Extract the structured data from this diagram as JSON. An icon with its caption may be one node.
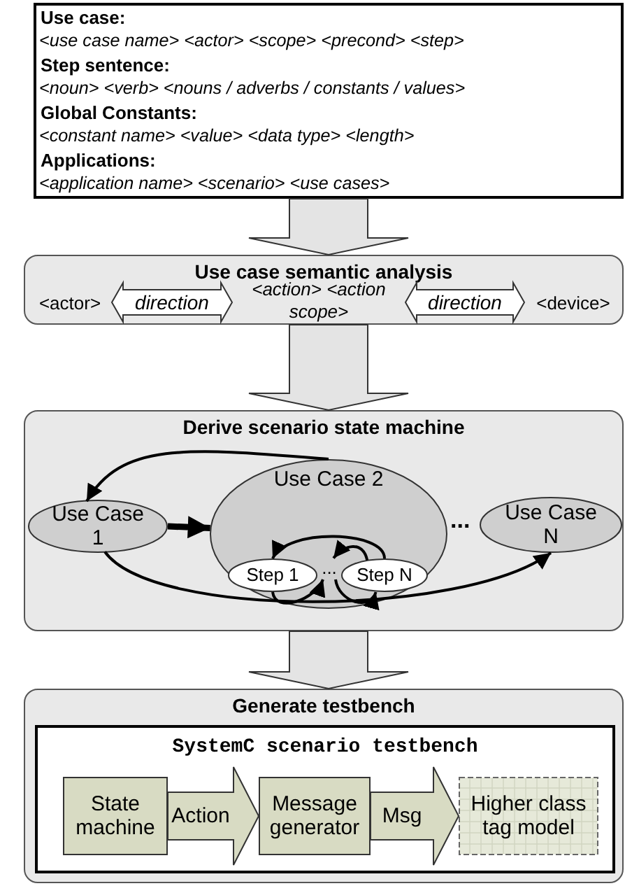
{
  "diagram": {
    "nodes": [
      {
        "text": [
          "Use case:",
          "<use case name> <actor> <scope> <precond> <step>",
          "Step sentence:",
          "<noun> <verb> <nouns / adverbs / constants / values>",
          "Global Constants:",
          "<constant name> <value> <data type> <length>",
          "Applications:",
          "<application name> <scenario> <use cases>"
        ]
      },
      {
        "text": [
          "Use case semantic analysis"
        ]
      },
      {
        "text": [
          "<actor>"
        ],
        "in": 1
      },
      {
        "text": [
          "<action> <action scope>"
        ],
        "in": 1
      },
      {
        "text": [
          "<device>"
        ],
        "in": 1
      },
      {
        "text": [
          "Derive scenario state machine"
        ]
      },
      {
        "text": [
          "Use Case 1"
        ],
        "in": 5
      },
      {
        "text": [
          "Use Case 2"
        ],
        "in": 5
      },
      {
        "text": [
          "Step 1"
        ],
        "in": 7
      },
      {
        "text": [
          "..."
        ],
        "in": 7
      },
      {
        "text": [
          "Step N"
        ],
        "in": 7
      },
      {
        "text": [
          "Use Case N"
        ],
        "in": 5
      },
      {
        "text": [
          "Generate testbench"
        ]
      },
      {
        "text": [
          "SystemC scenario testbench"
        ],
        "in": 12
      },
      {
        "text": [
          "State machine"
        ],
        "in": 13
      },
      {
        "text": [
          "Message generator"
        ],
        "in": 13
      },
      {
        "text": [
          "Higher class tag model"
        ],
        "in": 13
      }
    ],
    "edges": [
      {
        "from": 0,
        "to": 1,
        "arrow": "to"
      },
      {
        "from": 2,
        "to": 3,
        "arrow": "both",
        "label": "direction"
      },
      {
        "from": 3,
        "to": 4,
        "arrow": "both",
        "label": "direction"
      },
      {
        "from": 1,
        "to": 5,
        "arrow": "to"
      },
      {
        "from": 7,
        "to": 6,
        "arrow": "to"
      },
      {
        "from": 6,
        "to": 7,
        "arrow": "to",
        "style": "thick"
      },
      {
        "from": 6,
        "to": 11,
        "arrow": "to"
      },
      {
        "from": 10,
        "to": 8,
        "arrow": "to"
      },
      {
        "from": 10,
        "to": 9,
        "arrow": "to"
      },
      {
        "from": 8,
        "to": 9,
        "arrow": "to"
      },
      {
        "from": 9,
        "to": 10,
        "arrow": "to"
      },
      {
        "from": 5,
        "to": 12,
        "arrow": "to"
      },
      {
        "from": 14,
        "to": 15,
        "arrow": "to",
        "label": "Action"
      },
      {
        "from": 15,
        "to": 16,
        "arrow": "to",
        "label": "Msg"
      }
    ],
    "labels": [
      "..."
    ]
  }
}
